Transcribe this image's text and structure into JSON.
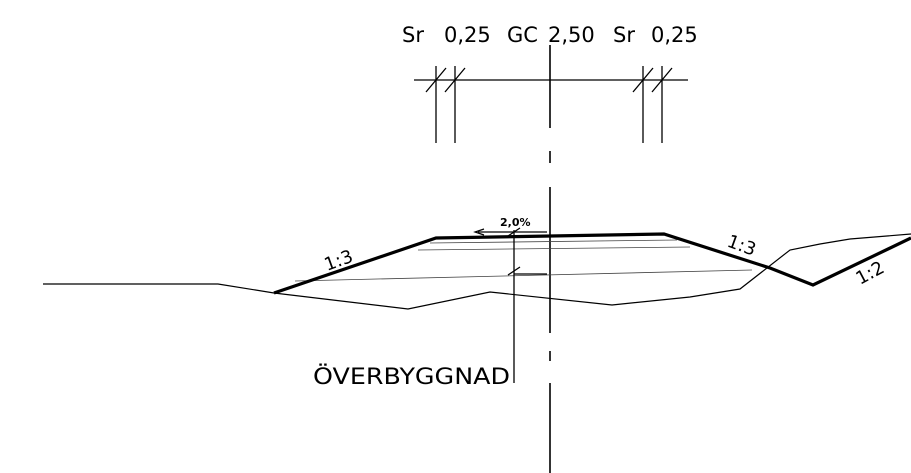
{
  "dimensions": {
    "shoulder_left": {
      "code": "Sr",
      "width": "0,25"
    },
    "path": {
      "code": "GC",
      "width": "2,50"
    },
    "shoulder_right": {
      "code": "Sr",
      "width": "0,25"
    }
  },
  "crossfall": "2,0%",
  "slopes": {
    "fill_left": "1:3",
    "fill_right": "1:3",
    "ditch_back": "1:2"
  },
  "layer_label": "ÖVERBYGGNAD"
}
